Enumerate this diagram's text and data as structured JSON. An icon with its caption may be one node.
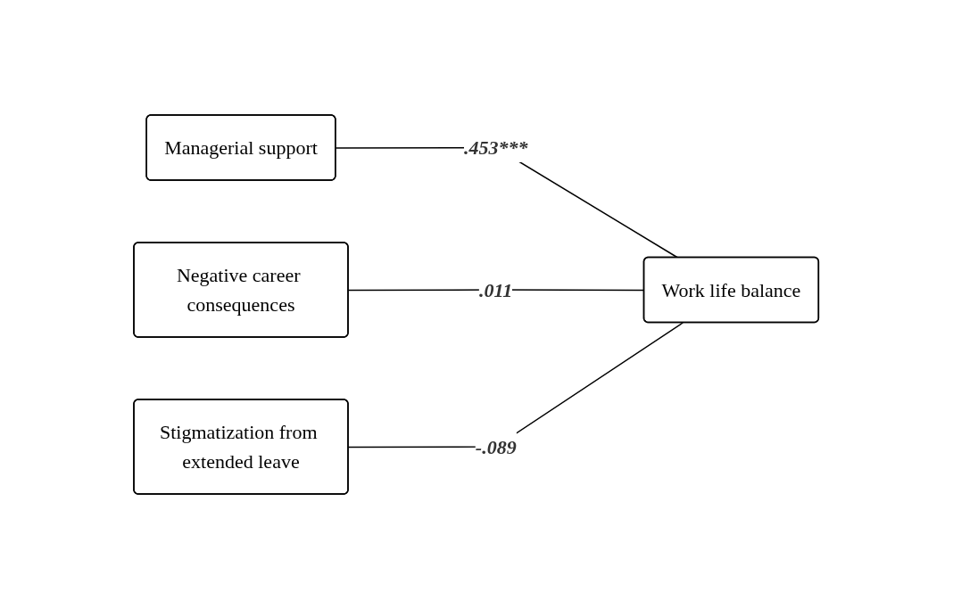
{
  "diagram": {
    "nodes": [
      {
        "text": [
          "Managerial support"
        ]
      },
      {
        "text": [
          "Negative career consequences"
        ]
      },
      {
        "text": [
          "Stigmatization from extended leave"
        ]
      },
      {
        "text": [
          "Work life balance"
        ]
      }
    ],
    "edges": [
      {
        "from": 0,
        "to": 3,
        "arrow": "none",
        "label": ".453***"
      },
      {
        "from": 1,
        "to": 3,
        "arrow": "none",
        "label": ".011"
      },
      {
        "from": 2,
        "to": 3,
        "arrow": "none",
        "label": "-.089"
      }
    ]
  }
}
